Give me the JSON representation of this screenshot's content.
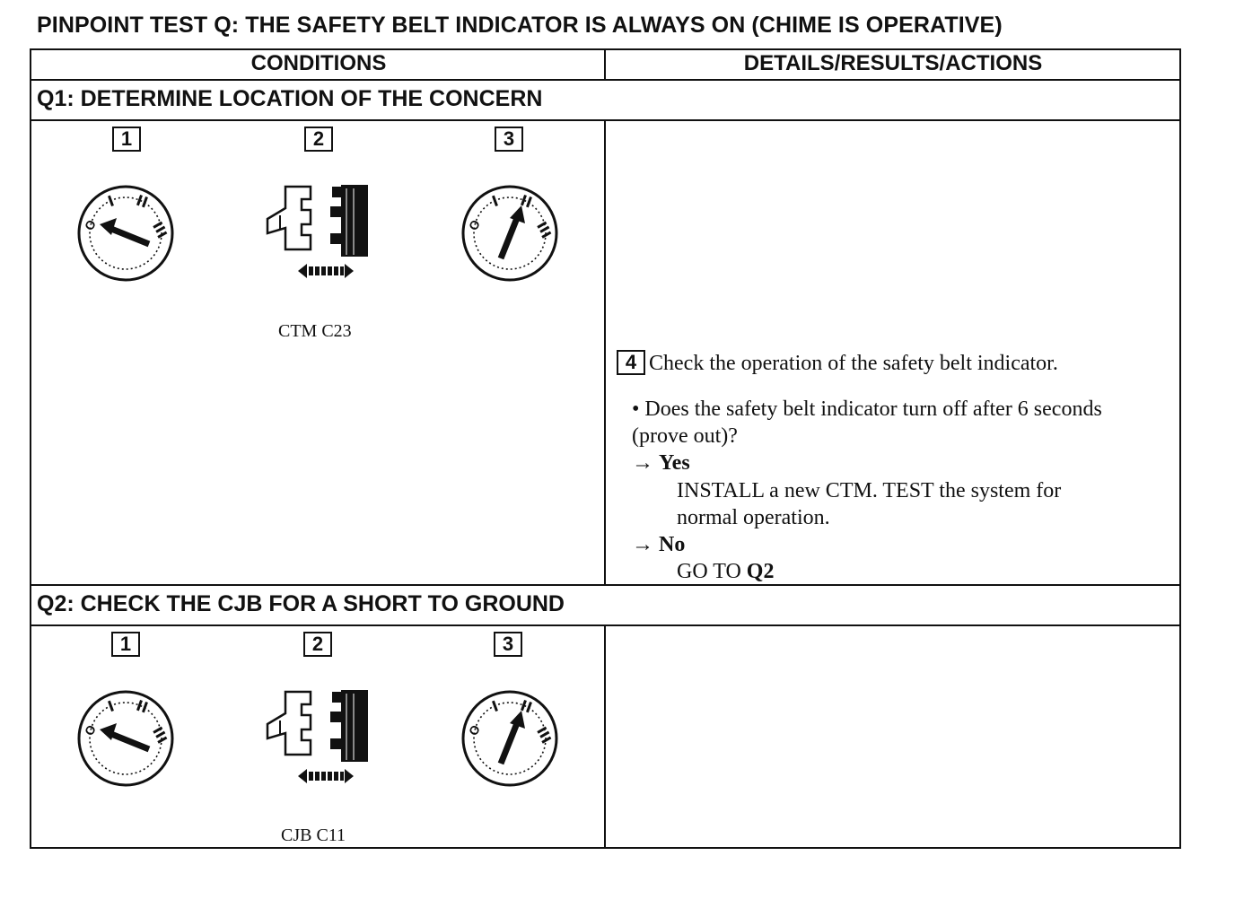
{
  "title": "PINPOINT TEST Q: THE SAFETY BELT INDICATOR IS ALWAYS ON (CHIME IS OPERATIVE)",
  "columns": {
    "conditions": "CONDITIONS",
    "details": "DETAILS/RESULTS/ACTIONS"
  },
  "q1": {
    "heading": "Q1: DETERMINE LOCATION OF THE CONCERN",
    "steps": [
      "1",
      "2",
      "3"
    ],
    "figures": {
      "step1": "ignition-switch-off",
      "step2": "connector-disconnect",
      "step3": "ignition-switch-run"
    },
    "connector_label": "CTM C23",
    "step4_number": "4",
    "step4_text": "Check the operation of the safety belt indicator.",
    "question_line1": "• Does the safety belt indicator turn off after 6 seconds",
    "question_line2": "(prove out)?",
    "yes_arrow": "→",
    "yes_label": "Yes",
    "yes_action_line1": "INSTALL a new CTM. TEST the system for",
    "yes_action_line2": "normal operation.",
    "no_arrow": "→",
    "no_label": "No",
    "no_action_prefix": "GO TO",
    "no_action_target": "Q2"
  },
  "q2": {
    "heading": "Q2: CHECK THE CJB FOR A SHORT TO GROUND",
    "steps": [
      "1",
      "2",
      "3"
    ],
    "figures": {
      "step1": "ignition-switch-off",
      "step2": "connector-disconnect",
      "step3": "ignition-switch-run"
    },
    "connector_label": "CJB C11"
  }
}
